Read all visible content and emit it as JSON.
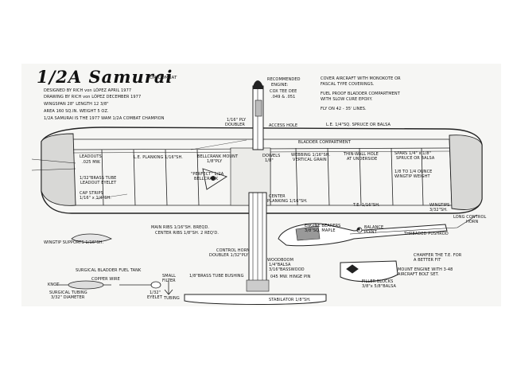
{
  "header": {
    "title": "1/2A Samurai",
    "subtitle": "FOR COMBAT",
    "credits": [
      "DESIGNED BY RICH von LÓPEZ   APRIL 1977",
      "DRAWING BY RICH von LÓPEZ   DECEMBER 1977",
      "WINGSPAN 28\"  LENGTH 12 3/8\"",
      "AREA 160 SQ.IN.  WEIGHT 5 OZ.",
      "1/2A SAMURAI IS THE 1977 WAM 1/2A COMBAT CHAMPION"
    ]
  },
  "notes": {
    "engine": [
      "RECOMMENDED",
      "ENGINE:",
      "COX TEE DEE",
      ".049 & .051"
    ],
    "covering": [
      "COVER AIRCRAFT WITH MONOKOTE OR",
      "FASCAL TYPE COVERINGS."
    ],
    "bladder": [
      "FUEL PROOF BLADDER COMPARTMENT",
      "WITH SLOW CURE EPOXY."
    ],
    "lines": "FLY ON 42 - 35' LINES."
  },
  "labels": {
    "doubler": [
      "1/16\" PLY",
      "DOUBLER"
    ],
    "access_hole": "ACCESS HOLE",
    "le": "L.E. 1/4\"SQ. SPRUCE OR BALSA",
    "bladder_comp": "BLADDER COMPARTMENT",
    "leadouts": [
      "LEADOUTS",
      ".025 MW."
    ],
    "le_planking": "L.E. PLANKING 1/16\"SH.",
    "bellcrank_mount": [
      "BELLCRANK MOUNT",
      "1/8\"PLY"
    ],
    "dowels": [
      "DOWELS",
      "1/8\""
    ],
    "webbing": [
      "WEBBING 1/16\"SH.",
      "VERTICAL GRAIN"
    ],
    "thin_wall": [
      "THIN-WALL HOLE",
      "AT UNDERSIDE"
    ],
    "spars": [
      "SPARS 1/4\" x 1/8\"",
      "SPRUCE OR BALSA"
    ],
    "brass_tube": [
      "1/32\"BRASS TUBE",
      "LEADOUT EYELET"
    ],
    "perfect": [
      "\"PERFECT\" 1/2A",
      "BELLCRANK"
    ],
    "weight": [
      "1/8 TO 1/4 OUNCE",
      "WINGTIP WEIGHT"
    ],
    "cap_strips": [
      "CAP STRIPS",
      "1/16\" x 1/4\"SH."
    ],
    "center_planking": [
      "CENTER",
      "PLANKING 1/16\"SH."
    ],
    "te": "T.E. 1/16\"SH.",
    "wingtips": [
      "WINGTIPS",
      "3/32\"SH."
    ],
    "long_control_horn": [
      "LONG CONTROL",
      "HORN"
    ],
    "main_ribs": "MAIN RIBS 1/16\"SH. BREQD.",
    "center_ribs": "CENTER RIBS 1/8\"SH. 2 REQ'D.",
    "engine_bearers": [
      "ENGINE BEARERS",
      "3/8\"SQ. MAPLE"
    ],
    "balance_point": [
      "BALANCE",
      "POINT"
    ],
    "threaded_pushrod": "THREADED PUSHROD",
    "wingtip_supports": "WINGTIP SUPPORTS 1/16\"SH.",
    "control_horn": [
      "CONTROL HORN",
      "DOUBLER 1/32\"PLY"
    ],
    "boom": [
      "WOODBOOM",
      "1/4\"BALSA"
    ],
    "basswood": "3/16\"BASSWOOD",
    "hinge_pin": "045 MW. HINGE PIN",
    "chamfer": [
      "CHAMFER THE T.E. FOR",
      "A BETTER FIT"
    ],
    "mount_engine": [
      "MOUNT ENGINE WITH 3-48",
      "AIRCRAFT BOLT SET."
    ],
    "filler_blocks": [
      "FILLER BLOCKS",
      "3/8\"x 5/8\"BALSA"
    ],
    "surgical_bladder": "SURGICAL BLADDER FUEL TANK",
    "copper_wire": "COPPER WIRE",
    "knot": "KNOT",
    "surgical_tubing": [
      "SURGICAL TUBING",
      "3/32\" DIAMETER"
    ],
    "eyelet": [
      "1/32\"",
      "EYELET"
    ],
    "small_filter": [
      "SMALL",
      "FILTER"
    ],
    "tubing": "TUBING",
    "brass_bushing": "1/8\"BRASS TUBE BUSHING",
    "stabilator": "STABILATOR 1/8\"SH."
  }
}
